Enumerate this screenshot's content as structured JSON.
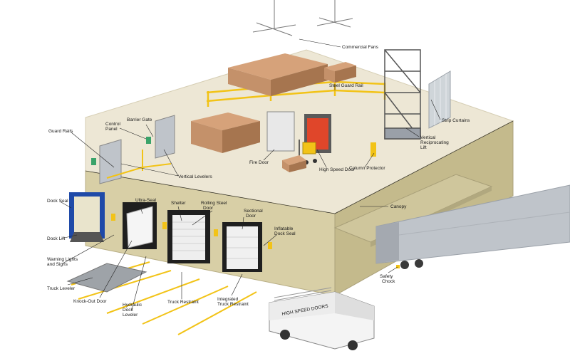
{
  "labels": {
    "commercial_fans": "Commercial Fans",
    "steel_guard_rail": "Steel Guard Rail",
    "strip_curtains": "Strip Curtains",
    "vertical_reciprocating_lift": [
      "Vertical",
      "Reciprocating",
      "Lift"
    ],
    "column_protector": "Column Protector",
    "high_speed_door": "High Speed Door",
    "fire_door": "Fire Door",
    "barrier_gate": "Barrier Gate",
    "control_panel": [
      "Control",
      "Panel"
    ],
    "guard_rails": "Guard Rails",
    "vertical_levelers": "Vertical Levelers",
    "dock_seal": "Dock Seal",
    "ultra_seal": "Ultra-Seal",
    "shelter": "Shelter",
    "rolling_steel_door": [
      "Rolling Steel",
      "Door"
    ],
    "sectional_door": [
      "Sectional",
      "Door"
    ],
    "inflatable_dock_seal": [
      "Inflatable",
      "Dock Seal"
    ],
    "canopy": "Canopy",
    "dock_lift": "Dock Lift",
    "warning_lights_and_signs": [
      "Warning Lights",
      "and Signs"
    ],
    "truck_leveler": "Truck Leveler",
    "knock_out_door": "Knock-Out Door",
    "hydraulic_dock_leveler": [
      "Hydraulic",
      "Dock",
      "Leveler"
    ],
    "truck_restraint": "Truck Restraint",
    "integrated_truck_restraint": [
      "Integrated",
      "Truck Restraint"
    ],
    "safety_chock": [
      "Safety",
      "Chock"
    ],
    "van_text": "HIGH SPEED DOORS"
  },
  "colors": {
    "floor": "#ede7d5",
    "wall_front": "#d8cfa6",
    "wall_side": "#c4ba8c",
    "guard_rail": "#f2c317",
    "box": "#c4916a",
    "box_dark": "#a6754f",
    "high_speed_door": "#e0462a",
    "dock_seal": "#1f4aa8",
    "steel": "#9aa0a8",
    "road_stripe": "#f2c317"
  }
}
